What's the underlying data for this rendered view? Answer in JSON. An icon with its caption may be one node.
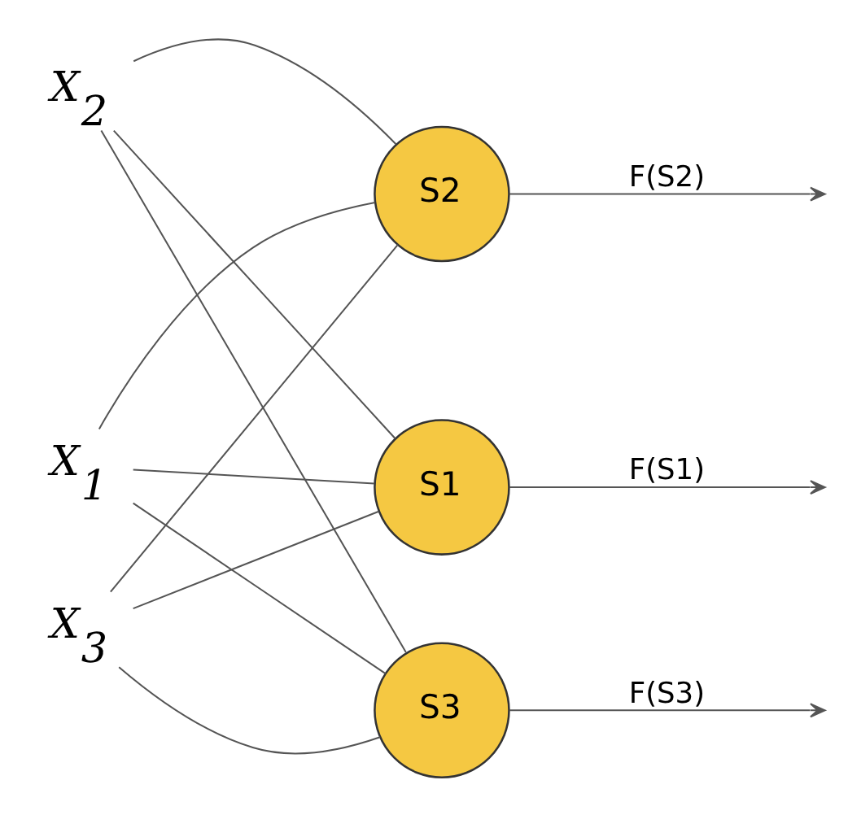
{
  "diagram": {
    "nodes": [
      {
        "text": [
          "X$_{1}$"
        ]
      },
      {
        "text": [
          "X$_{2}$"
        ]
      },
      {
        "text": [
          "X$_{3}$"
        ]
      },
      {
        "text": [
          "S1"
        ]
      },
      {
        "text": [
          "S2"
        ]
      },
      {
        "text": [
          "S3"
        ]
      }
    ],
    "edges": [
      {
        "from": 0,
        "to": 3,
        "arrow": "none"
      },
      {
        "from": 0,
        "to": 4,
        "arrow": "none"
      },
      {
        "from": 0,
        "to": 5,
        "arrow": "none"
      },
      {
        "from": 1,
        "to": 3,
        "arrow": "none"
      },
      {
        "from": 1,
        "to": 4,
        "arrow": "none"
      },
      {
        "from": 1,
        "to": 5,
        "arrow": "none"
      },
      {
        "from": 2,
        "to": 3,
        "arrow": "none"
      },
      {
        "from": 2,
        "to": 4,
        "arrow": "none"
      },
      {
        "from": 2,
        "to": 5,
        "arrow": "none"
      },
      {
        "from": 3,
        "to": null,
        "arrow": "to",
        "label": "F(S1)"
      },
      {
        "from": 4,
        "to": null,
        "arrow": "to",
        "label": "F(S2)"
      },
      {
        "from": 5,
        "to": null,
        "arrow": "to",
        "label": "F(S3)"
      }
    ]
  }
}
